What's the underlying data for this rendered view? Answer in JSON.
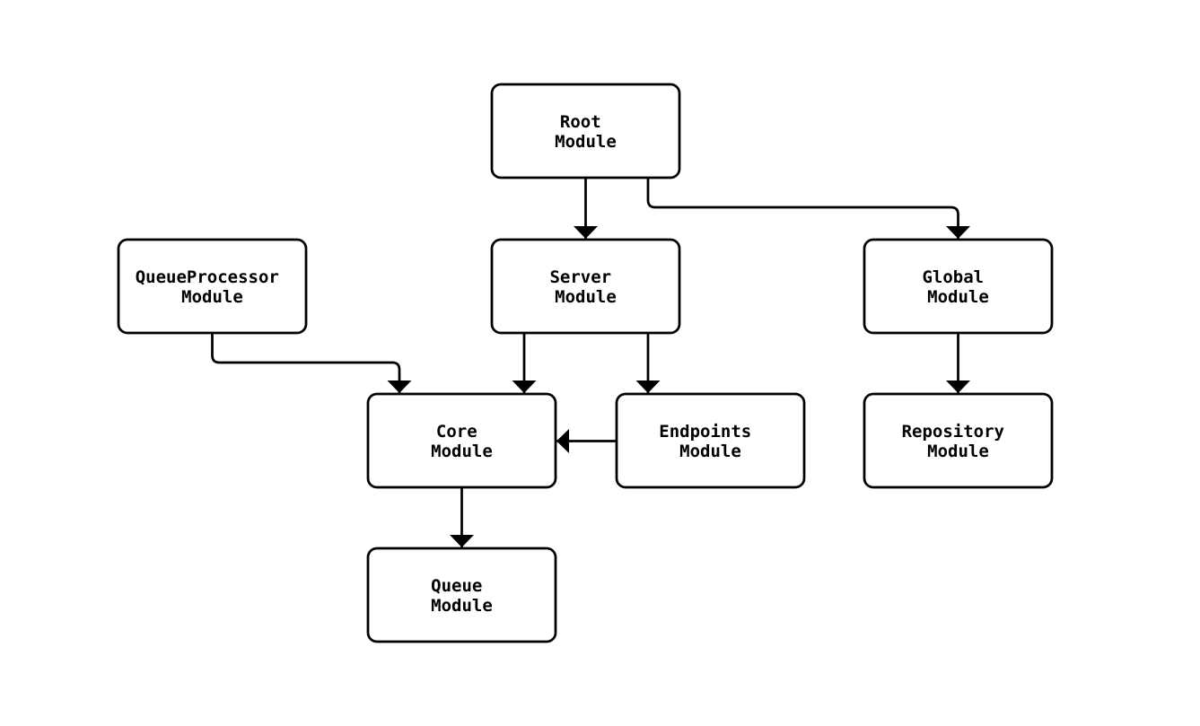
{
  "diagram": {
    "colors": {
      "background": "#ffffff",
      "node_fill": "#ffffff",
      "node_stroke": "#000000",
      "edge": "#000000",
      "text": "#000000"
    },
    "nodes": [
      {
        "id": "root",
        "line1": "Root",
        "line2": "Module"
      },
      {
        "id": "queue-processor",
        "line1": "QueueProcessor",
        "line2": "Module"
      },
      {
        "id": "server",
        "line1": "Server",
        "line2": "Module"
      },
      {
        "id": "global",
        "line1": "Global",
        "line2": "Module"
      },
      {
        "id": "core",
        "line1": "Core",
        "line2": "Module"
      },
      {
        "id": "endpoints",
        "line1": "Endpoints",
        "line2": "Module"
      },
      {
        "id": "repository",
        "line1": "Repository",
        "line2": "Module"
      },
      {
        "id": "queue",
        "line1": "Queue",
        "line2": "Module"
      }
    ],
    "edges": [
      {
        "from": "Root Module",
        "to": "Server Module"
      },
      {
        "from": "Root Module",
        "to": "Global Module"
      },
      {
        "from": "QueueProcessor Module",
        "to": "Core Module"
      },
      {
        "from": "Server Module",
        "to": "Core Module"
      },
      {
        "from": "Server Module",
        "to": "Endpoints Module"
      },
      {
        "from": "Endpoints Module",
        "to": "Core Module"
      },
      {
        "from": "Global Module",
        "to": "Repository Module"
      },
      {
        "from": "Core Module",
        "to": "Queue Module"
      }
    ]
  }
}
